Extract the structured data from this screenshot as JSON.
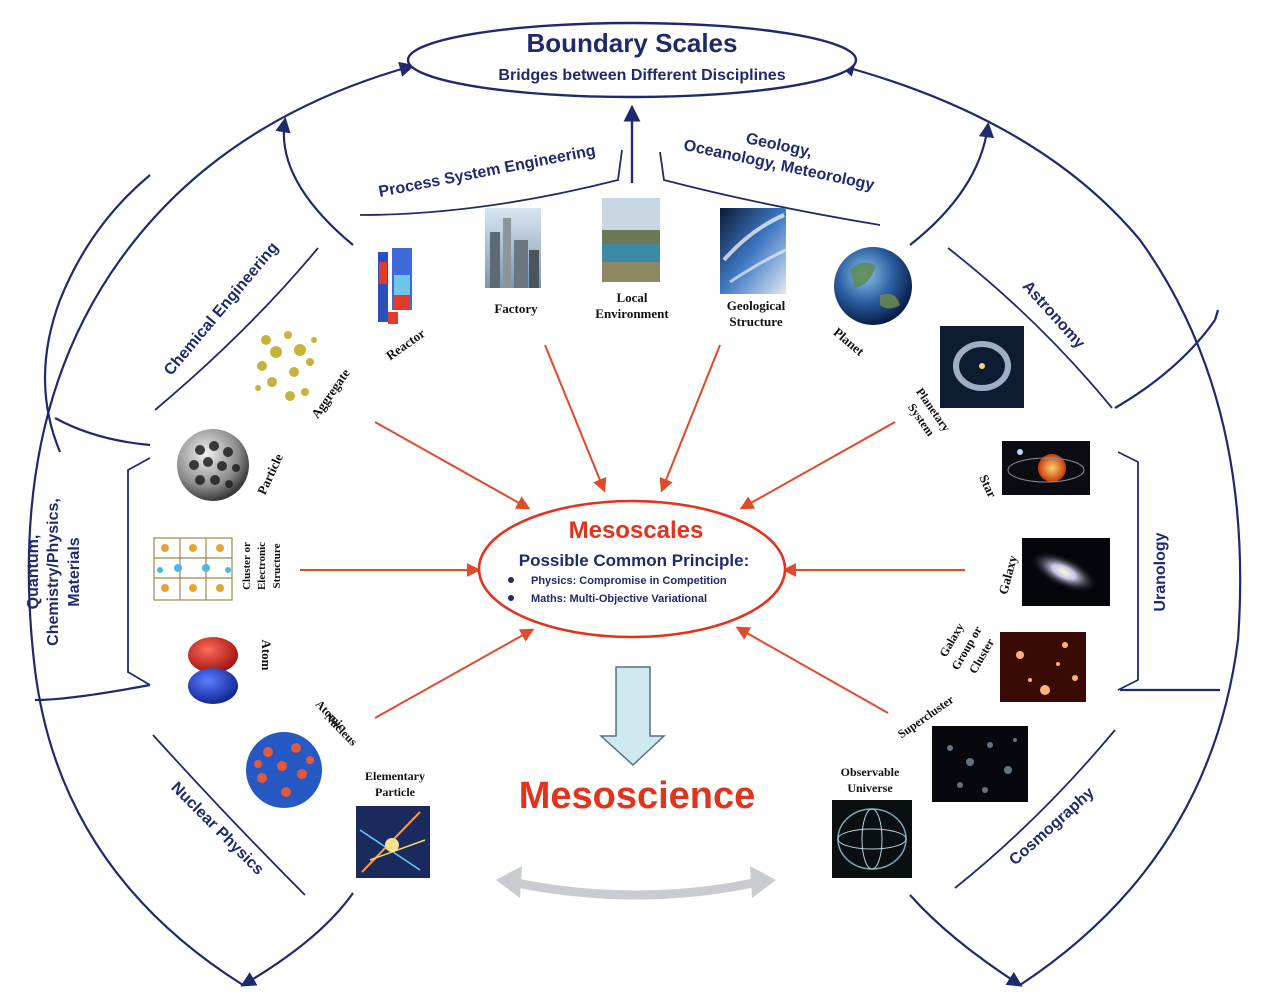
{
  "colors": {
    "navy": "#1f2a6e",
    "red": "#e2341d",
    "arrow_red": "#e04a2a",
    "light_blue": "#cfe9f1",
    "gray_arrow": "#c8cbcf"
  },
  "boundary": {
    "title": "Boundary Scales",
    "subtitle": "Bridges between Different Disciplines"
  },
  "center": {
    "title": "Mesoscales",
    "principle": "Possible Common Principle:",
    "bullets": [
      "Physics: Compromise in Competition",
      "Maths: Multi-Objective Variational"
    ]
  },
  "mesoscience": "Mesoscience",
  "disciplines": {
    "process": "Process System Engineering",
    "geology_line1": "Geology,",
    "geology_line2": "Oceanology, Meteorology",
    "chemical": "Chemical Engineering",
    "astronomy": "Astronomy",
    "quantum_line1": "Quantum,",
    "quantum_line2": "Chemistry/Physics,",
    "quantum_line3": "Materials",
    "uranology": "Uranology",
    "nuclear": "Nuclear Physics",
    "cosmography": "Cosmography"
  },
  "scales": {
    "reactor": "Reactor",
    "factory": "Factory",
    "local_env_1": "Local",
    "local_env_2": "Environment",
    "geo_struct_1": "Geological",
    "geo_struct_2": "Structure",
    "planet": "Planet",
    "aggregate": "Aggregate",
    "particle": "Particle",
    "cluster_1": "Cluster or",
    "cluster_2": "Electronic",
    "cluster_3": "Structure",
    "atom": "Atom",
    "nucleus_1": "Atomic",
    "nucleus_2": "Nucleus",
    "elementary_1": "Elementary",
    "elementary_2": "Particle",
    "planetary_1": "Planetary",
    "planetary_2": "System",
    "star": "Star",
    "galaxy": "Galaxy",
    "galaxy_group_1": "Galaxy",
    "galaxy_group_2": "Group or",
    "galaxy_group_3": "Cluster",
    "supercluster": "Supercluster",
    "universe_1": "Observable",
    "universe_2": "Universe"
  }
}
